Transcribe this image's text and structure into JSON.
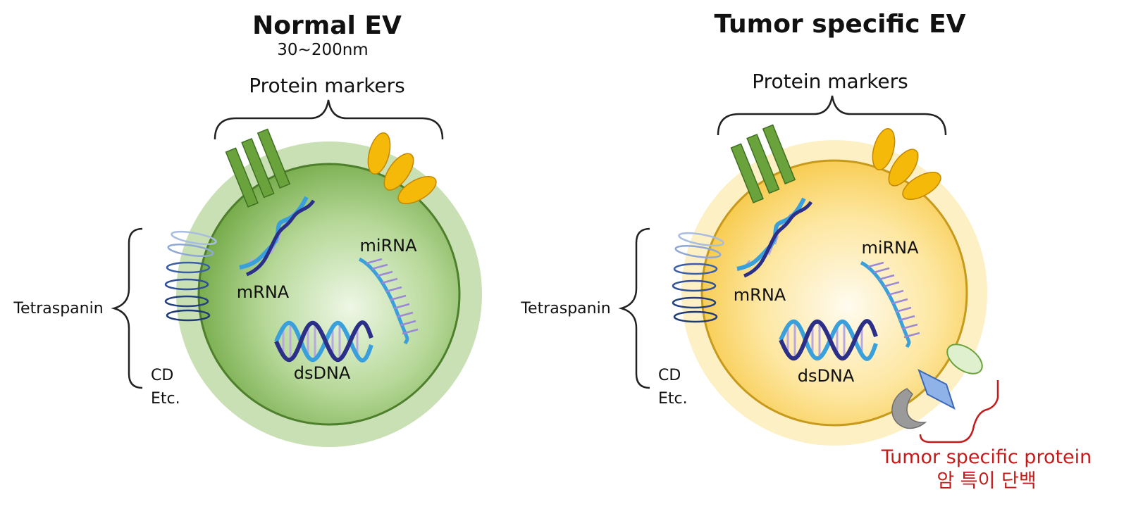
{
  "normal": {
    "title": "Normal EV",
    "size": "30~200nm",
    "protein_markers": "Protein markers",
    "tetraspanin": "Tetraspanin",
    "cd": "CD",
    "etc": "Etc.",
    "mrna": "mRNA",
    "mirna": "miRNA",
    "dsdna": "dsDNA"
  },
  "tumor": {
    "title": "Tumor specific EV",
    "protein_markers": "Protein markers",
    "tetraspanin": "Tetraspanin",
    "cd": "CD",
    "etc": "Etc.",
    "mrna": "mRNA",
    "mirna": "miRNA",
    "dsdna": "dsDNA",
    "tumor_protein_en": "Tumor specific protein",
    "tumor_protein_ko": "암 특이 단백"
  },
  "colors": {
    "normal_outer": "#c8e0b4",
    "normal_inner": "#7ab04e",
    "normal_edge": "#4e7f2c",
    "tumor_outer": "#fdf0c4",
    "tumor_inner": "#f8cf52",
    "tumor_edge": "#c79a1c",
    "marker_green": "#6aa33c",
    "marker_yellow": "#f5b90a",
    "highlight_red": "#c41a1a"
  }
}
